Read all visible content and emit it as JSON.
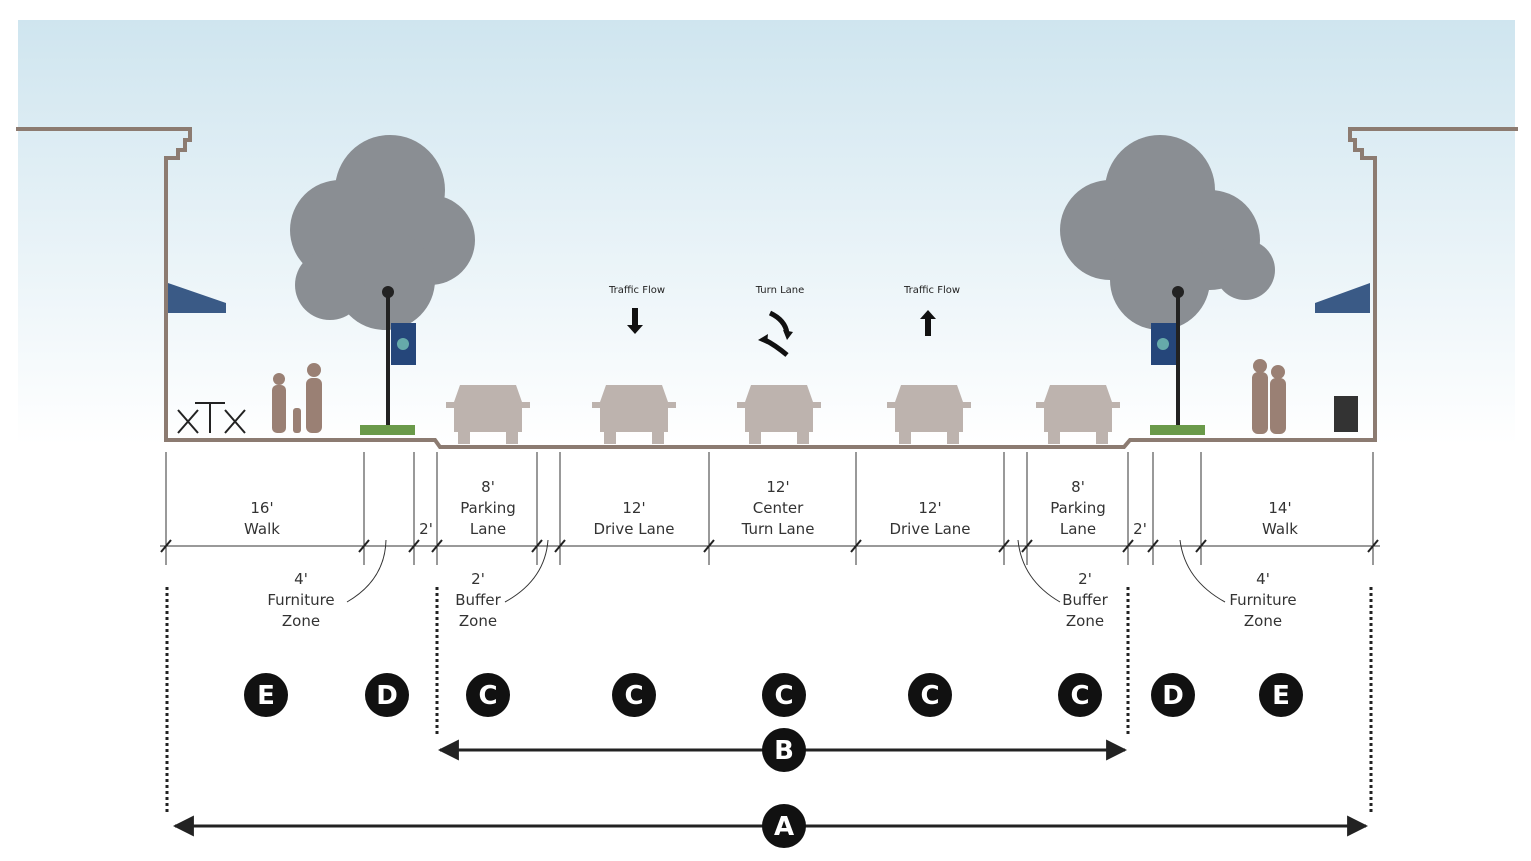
{
  "traffic_labels": {
    "left": "Traffic Flow",
    "center": "Turn Lane",
    "right": "Traffic Flow"
  },
  "dimensions": {
    "walk_left": [
      "16'",
      "Walk"
    ],
    "furniture_left_small": "2'",
    "parking_left": [
      "8'",
      "Parking",
      "Lane"
    ],
    "drive_left": [
      "12'",
      "Drive Lane"
    ],
    "center_turn": [
      "12'",
      "Center",
      "Turn Lane"
    ],
    "drive_right": [
      "12'",
      "Drive Lane"
    ],
    "parking_right": [
      "8'",
      "Parking",
      "Lane"
    ],
    "furniture_right_small": "2'",
    "walk_right": [
      "14'",
      "Walk"
    ],
    "furniture_zone_left": [
      "4'",
      "Furniture",
      "Zone"
    ],
    "buffer_zone_left": [
      "2'",
      "Buffer",
      "Zone"
    ],
    "buffer_zone_right": [
      "2'",
      "Buffer",
      "Zone"
    ],
    "furniture_zone_right": [
      "4'",
      "Furniture",
      "Zone"
    ]
  },
  "zone_markers": [
    "E",
    "D",
    "C",
    "C",
    "C",
    "C",
    "C",
    "D",
    "E"
  ],
  "span_markers": {
    "b": "B",
    "a": "A"
  },
  "colors": {
    "sky_top": "#cfe5ef",
    "building": "#8c7b71",
    "car": "#bdb3ae",
    "tree": "#8a8e93",
    "awning": "#3a5a86",
    "marker": "#111111"
  }
}
